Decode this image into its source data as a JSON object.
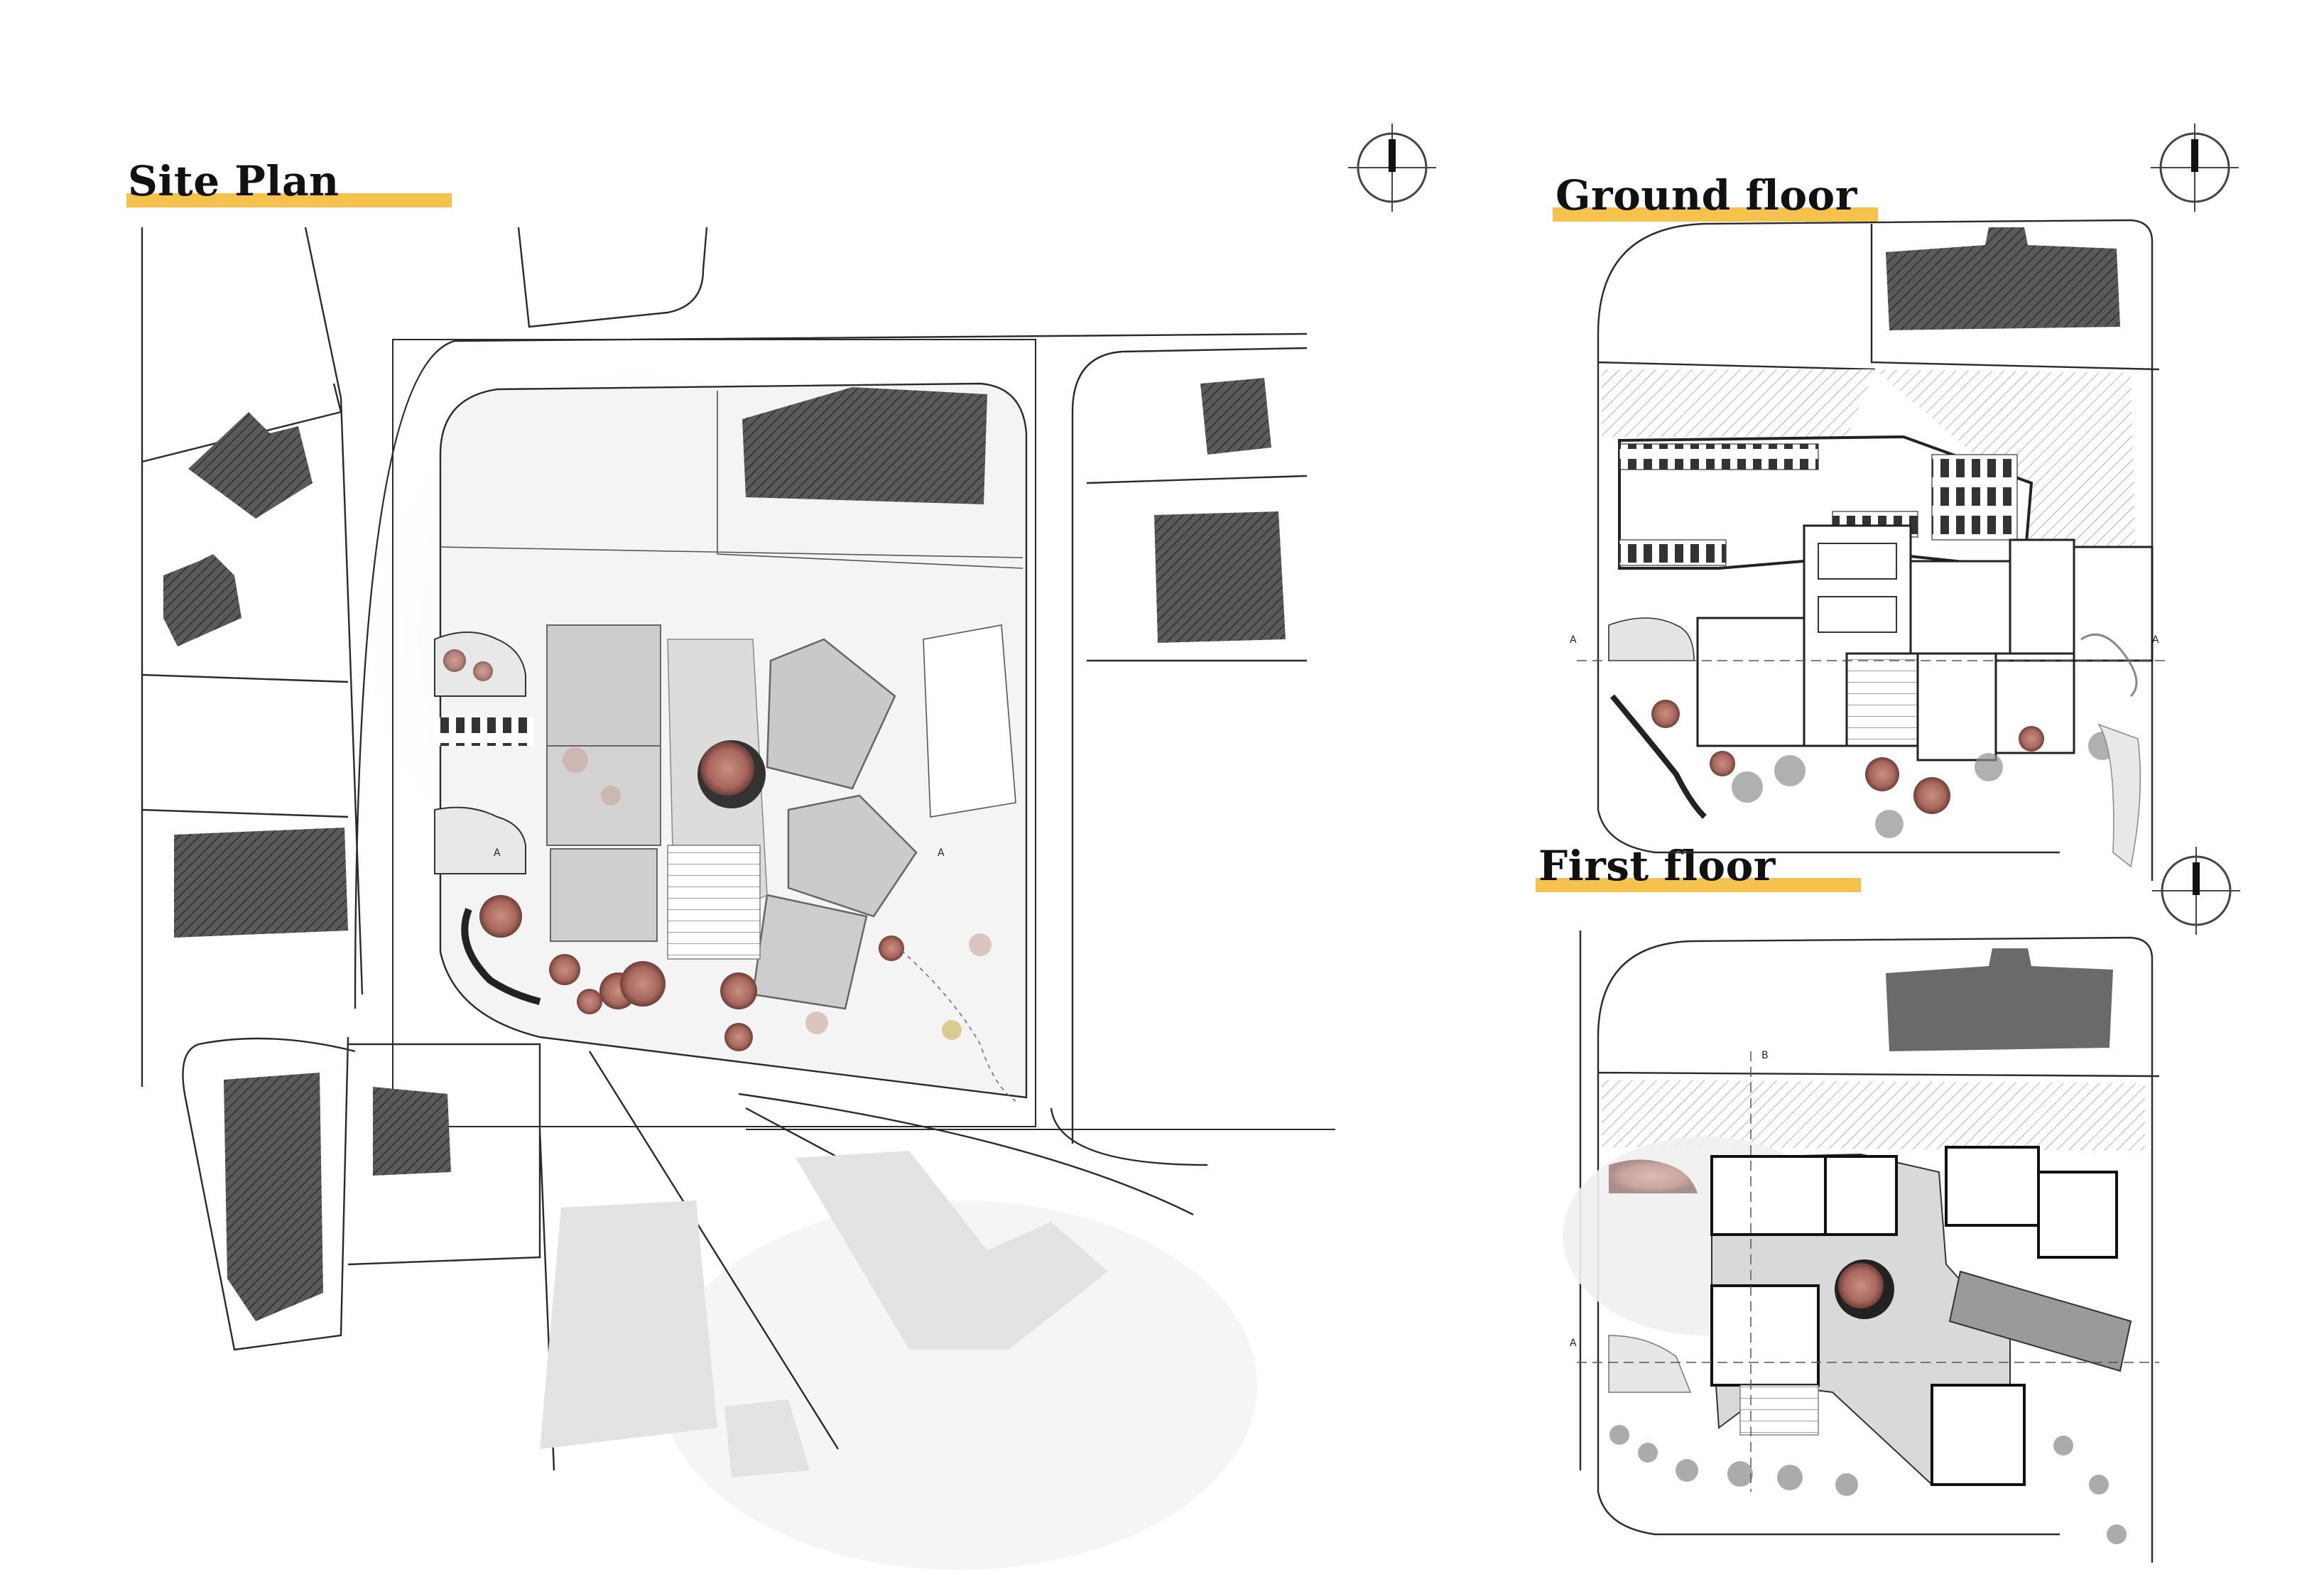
{
  "headings": {
    "site_plan": "Site Plan",
    "ground_floor": "Ground floor",
    "first_floor": "First floor"
  },
  "section_marks": {
    "a": "A",
    "b": "B"
  },
  "colors": {
    "accent_bar": "#f4c24d",
    "building_fill": "#4a4a4a",
    "faded_building": "#e2e2e2",
    "tree_fill": "#b97d72",
    "shrub_fill": "#8f8f8f",
    "line": "#2a2a2a",
    "paving": "#cfcfcf"
  },
  "icons": {
    "north_arrow": "north-arrow-icon"
  }
}
